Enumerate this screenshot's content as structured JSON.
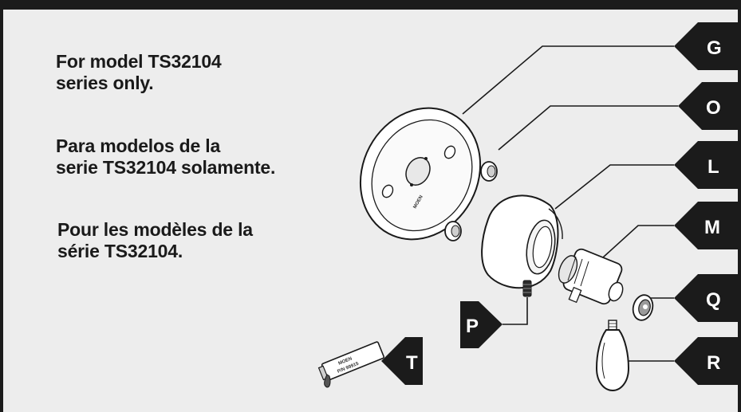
{
  "text": {
    "english": "For model TS32104\nseries only.",
    "spanish": "Para modelos de la\nserie TS32104 solamente.",
    "french": "Pour les modèles de la\n série TS32104."
  },
  "labels": {
    "G": "G",
    "O": "O",
    "L": "L",
    "M": "M",
    "Q": "Q",
    "R": "R",
    "P": "P",
    "T": "T"
  },
  "part_marks": {
    "plate_brand": "MOEN",
    "tube_brand": "MOEN",
    "tube_part": "P/N 99915"
  },
  "colors": {
    "frame": "#1b1b1b",
    "background": "#ededed",
    "tag": "#1b1b1b"
  }
}
